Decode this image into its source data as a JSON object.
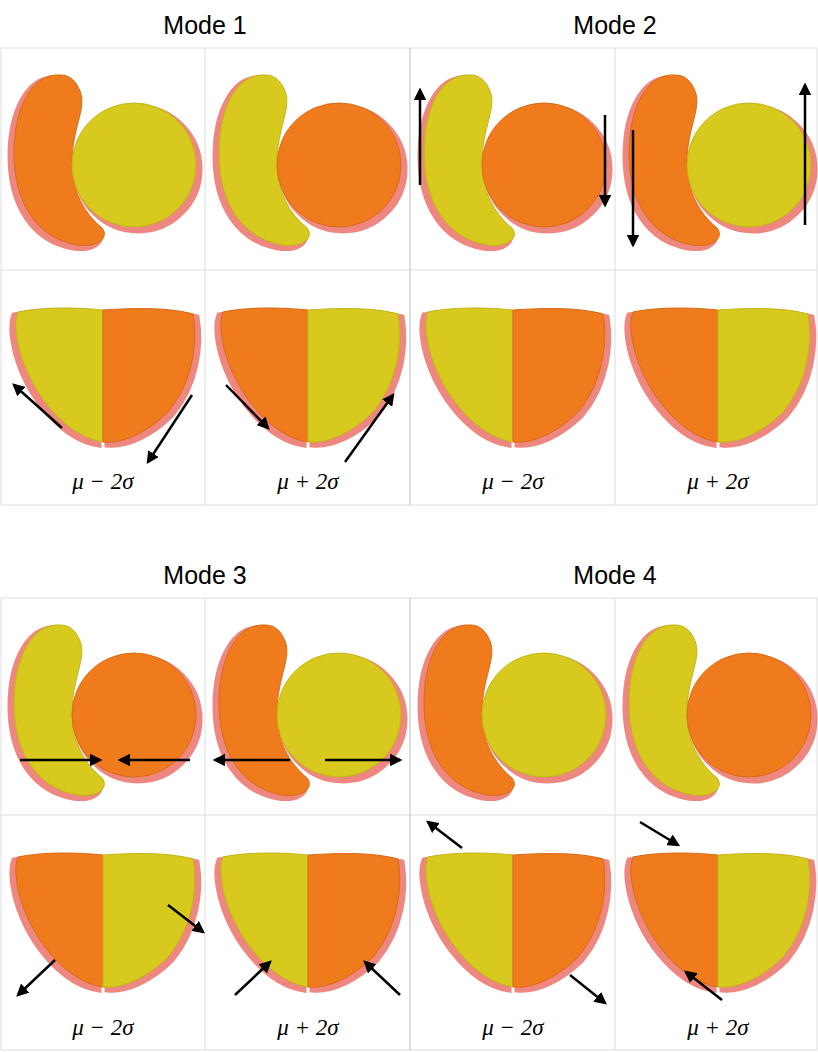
{
  "diagram": {
    "labels": [
      "Mode 1",
      "Mode 2",
      "μ − 2σ",
      "μ + 2σ",
      "μ − 2σ",
      "μ + 2σ",
      "Mode 3",
      "Mode 4",
      "μ − 2σ",
      "μ + 2σ",
      "μ − 2σ",
      "μ + 2σ"
    ]
  }
}
